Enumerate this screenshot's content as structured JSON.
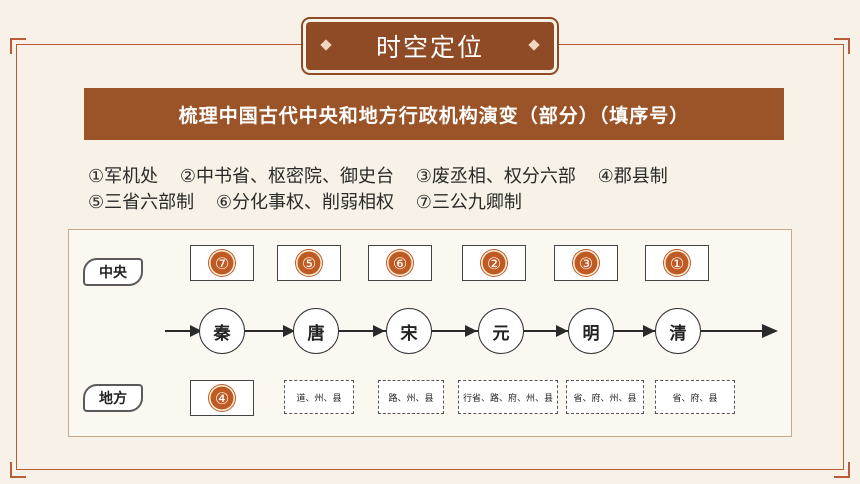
{
  "title": "时空定位",
  "header": "梳理中国古代中央和地方行政机构演变（部分）（填序号）",
  "options": {
    "line1": [
      "①军机处",
      "②中书省、枢密院、御史台",
      "③废丞相、权分六部",
      "④郡县制"
    ],
    "line2": [
      "⑤三省六部制",
      "⑥分化事权、削弱相权",
      "⑦三公九卿制"
    ]
  },
  "labels": {
    "central": "中央",
    "local": "地方"
  },
  "dynasties": [
    "秦",
    "唐",
    "宋",
    "元",
    "明",
    "清"
  ],
  "central_answers": [
    "⑦",
    "⑤",
    "⑥",
    "②",
    "③",
    "①"
  ],
  "local": {
    "qin_answer": "④",
    "others": [
      "道、州、县",
      "路、州、县",
      "行省、路、府、州、县",
      "省、府、州、县",
      "省、府、县"
    ]
  },
  "colors": {
    "accent": "#9a5428",
    "number_badge": "#bf5a22",
    "frame": "#b85c3a"
  }
}
